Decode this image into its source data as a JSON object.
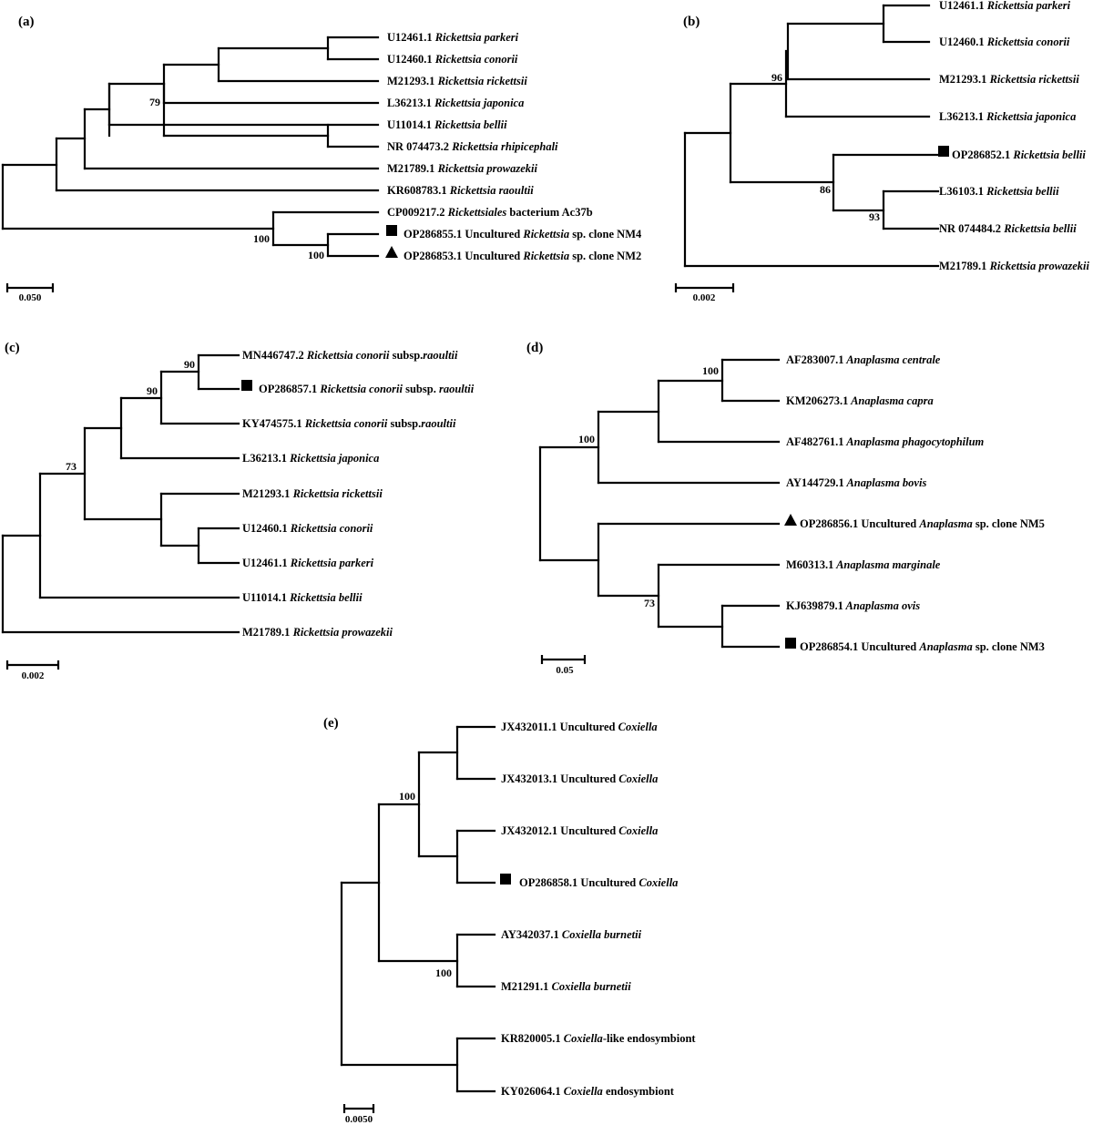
{
  "panels": {
    "a": {
      "label": "(a)",
      "scale_label": "0.050",
      "tips": [
        {
          "acc": "U12461.1",
          "parts": [
            {
              "t": "Rickettsia parkeri",
              "i": true
            }
          ]
        },
        {
          "acc": "U12460.1",
          "parts": [
            {
              "t": "Rickettsia conorii",
              "i": true
            }
          ]
        },
        {
          "acc": "M21293.1",
          "parts": [
            {
              "t": "Rickettsia rickettsii",
              "i": true
            }
          ]
        },
        {
          "acc": "L36213.1",
          "parts": [
            {
              "t": "Rickettsia japonica",
              "i": true
            }
          ]
        },
        {
          "acc": "U11014.1",
          "parts": [
            {
              "t": "Rickettsia bellii",
              "i": true
            }
          ]
        },
        {
          "acc": "NR 074473.2",
          "parts": [
            {
              "t": "Rickettsia rhipicephali",
              "i": true
            }
          ]
        },
        {
          "acc": "M21789.1",
          "parts": [
            {
              "t": "Rickettsia prowazekii",
              "i": true
            }
          ]
        },
        {
          "acc": "KR608783.1",
          "parts": [
            {
              "t": "Rickettsia raoultii",
              "i": true
            }
          ]
        },
        {
          "acc": "CP009217.2",
          "parts": [
            {
              "t": "Rickettsiales",
              "i": true
            },
            {
              "t": " bacterium Ac37b",
              "i": false
            }
          ]
        },
        {
          "acc": "OP286855.1",
          "marker": "square",
          "parts": [
            {
              "t": "Uncultured ",
              "i": false
            },
            {
              "t": "Rickettsia",
              "i": true
            },
            {
              "t": " sp. clone NM4",
              "i": false
            }
          ]
        },
        {
          "acc": "OP286853.1",
          "marker": "triangle",
          "parts": [
            {
              "t": "Uncultured ",
              "i": false
            },
            {
              "t": "Rickettsia",
              "i": true
            },
            {
              "t": " sp. clone NM2",
              "i": false
            }
          ]
        }
      ],
      "bootstraps": [
        "79",
        "100",
        "100"
      ]
    },
    "b": {
      "label": "(b)",
      "scale_label": "0.002",
      "tips": [
        {
          "acc": "U12461.1",
          "parts": [
            {
              "t": "Rickettsia parkeri",
              "i": true
            }
          ]
        },
        {
          "acc": "U12460.1",
          "parts": [
            {
              "t": "Rickettsia conorii",
              "i": true
            }
          ]
        },
        {
          "acc": "M21293.1",
          "parts": [
            {
              "t": "Rickettsia rickettsii",
              "i": true
            }
          ]
        },
        {
          "acc": "L36213.1",
          "parts": [
            {
              "t": "Rickettsia japonica",
              "i": true
            }
          ]
        },
        {
          "acc": "OP286852.1",
          "marker": "square",
          "parts": [
            {
              "t": "Rickettsia bellii",
              "i": true
            }
          ]
        },
        {
          "acc": "L36103.1",
          "parts": [
            {
              "t": "Rickettsia bellii",
              "i": true
            }
          ]
        },
        {
          "acc": "NR 074484.2",
          "parts": [
            {
              "t": "Rickettsia bellii",
              "i": true
            }
          ]
        },
        {
          "acc": "M21789.1",
          "parts": [
            {
              "t": "Rickettsia prowazekii",
              "i": true
            }
          ]
        }
      ],
      "bootstraps": [
        "96",
        "86",
        "93"
      ]
    },
    "c": {
      "label": "(c)",
      "scale_label": "0.002",
      "tips": [
        {
          "acc": "MN446747.2",
          "parts": [
            {
              "t": "Rickettsia conorii",
              "i": true
            },
            {
              "t": " subsp.",
              "i": false
            },
            {
              "t": "raoultii",
              "i": true
            }
          ]
        },
        {
          "acc": "OP286857.1",
          "marker": "square",
          "parts": [
            {
              "t": "Rickettsia conorii",
              "i": true
            },
            {
              "t": " subsp. ",
              "i": false
            },
            {
              "t": "raoultii",
              "i": true
            }
          ]
        },
        {
          "acc": "KY474575.1",
          "parts": [
            {
              "t": "Rickettsia conorii",
              "i": true
            },
            {
              "t": " subsp.",
              "i": false
            },
            {
              "t": "raoultii",
              "i": true
            }
          ]
        },
        {
          "acc": "L36213.1",
          "parts": [
            {
              "t": "Rickettsia japonica",
              "i": true
            }
          ]
        },
        {
          "acc": "M21293.1",
          "parts": [
            {
              "t": "Rickettsia rickettsii",
              "i": true
            }
          ]
        },
        {
          "acc": "U12460.1",
          "parts": [
            {
              "t": "Rickettsia conorii",
              "i": true
            }
          ]
        },
        {
          "acc": "U12461.1",
          "parts": [
            {
              "t": "Rickettsia parkeri",
              "i": true
            }
          ]
        },
        {
          "acc": "U11014.1",
          "parts": [
            {
              "t": "Rickettsia bellii",
              "i": true
            }
          ]
        },
        {
          "acc": "M21789.1",
          "parts": [
            {
              "t": "Rickettsia prowazekii",
              "i": true
            }
          ]
        }
      ],
      "bootstraps": [
        "90",
        "90",
        "73"
      ]
    },
    "d": {
      "label": "(d)",
      "scale_label": "0.05",
      "tips": [
        {
          "acc": "AF283007.1",
          "parts": [
            {
              "t": "Anaplasma centrale",
              "i": true
            }
          ]
        },
        {
          "acc": "KM206273.1",
          "parts": [
            {
              "t": "Anaplasma capra",
              "i": true
            }
          ]
        },
        {
          "acc": "AF482761.1",
          "parts": [
            {
              "t": "Anaplasma phagocytophilum",
              "i": true
            }
          ]
        },
        {
          "acc": "AY144729.1",
          "parts": [
            {
              "t": "Anaplasma bovis",
              "i": true
            }
          ]
        },
        {
          "acc": "OP286856.1",
          "marker": "triangle",
          "parts": [
            {
              "t": "Uncultured ",
              "i": false
            },
            {
              "t": "Anaplasma",
              "i": true
            },
            {
              "t": " sp. clone NM5",
              "i": false
            }
          ]
        },
        {
          "acc": "M60313.1",
          "parts": [
            {
              "t": "Anaplasma marginale",
              "i": true
            }
          ]
        },
        {
          "acc": "KJ639879.1",
          "parts": [
            {
              "t": "Anaplasma ovis",
              "i": true
            }
          ]
        },
        {
          "acc": "OP286854.1",
          "marker": "square",
          "parts": [
            {
              "t": "Uncultured ",
              "i": false
            },
            {
              "t": "Anaplasma",
              "i": true
            },
            {
              "t": " sp. clone NM3",
              "i": false
            }
          ]
        }
      ],
      "bootstraps": [
        "100",
        "100",
        "73"
      ]
    },
    "e": {
      "label": "(e)",
      "scale_label": "0.0050",
      "tips": [
        {
          "acc": "JX432011.1",
          "parts": [
            {
              "t": "Uncultured ",
              "i": false
            },
            {
              "t": "Coxiella",
              "i": true
            }
          ]
        },
        {
          "acc": "JX432013.1",
          "parts": [
            {
              "t": "Uncultured ",
              "i": false
            },
            {
              "t": "Coxiella",
              "i": true
            }
          ]
        },
        {
          "acc": "JX432012.1",
          "parts": [
            {
              "t": "Uncultured ",
              "i": false
            },
            {
              "t": "Coxiella",
              "i": true
            }
          ]
        },
        {
          "acc": "OP286858.1",
          "marker": "square",
          "parts": [
            {
              "t": "Uncultured ",
              "i": false
            },
            {
              "t": "Coxiella",
              "i": true
            }
          ]
        },
        {
          "acc": "AY342037.1",
          "parts": [
            {
              "t": "Coxiella burnetii",
              "i": true
            }
          ]
        },
        {
          "acc": "M21291.1",
          "parts": [
            {
              "t": "Coxiella burnetii",
              "i": true
            }
          ]
        },
        {
          "acc": "KR820005.1",
          "parts": [
            {
              "t": "Coxiella",
              "i": true
            },
            {
              "t": "-like endosymbiont",
              "i": false
            }
          ]
        },
        {
          "acc": "KY026064.1",
          "parts": [
            {
              "t": "Coxiella",
              "i": true
            },
            {
              "t": " endosymbiont",
              "i": false
            }
          ]
        }
      ],
      "bootstraps": [
        "100",
        "100"
      ]
    }
  }
}
